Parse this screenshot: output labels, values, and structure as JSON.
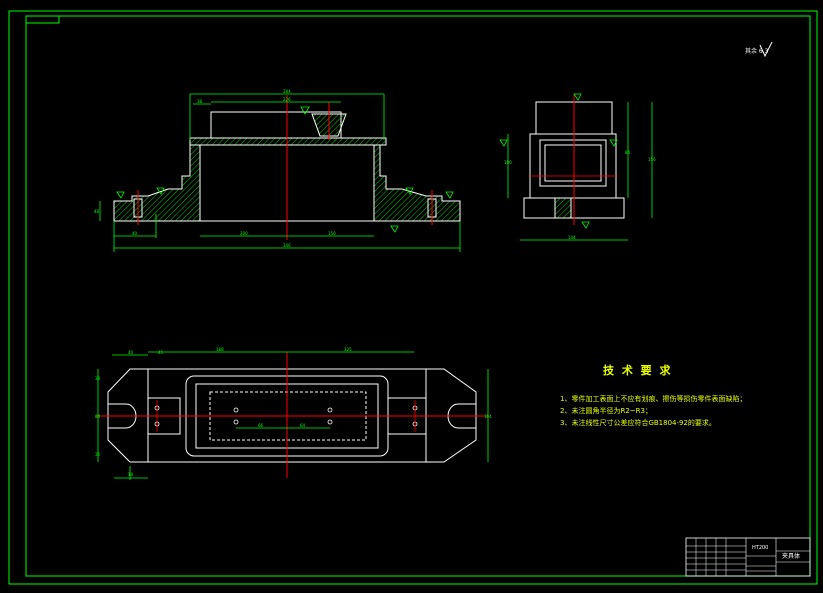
{
  "roughness_mark": "其余 6.3",
  "technical_requirements": {
    "title": "技 术 要 求",
    "items": [
      "1、零件加工表面上不应有划痕、擦伤等损伤零件表面缺陷；",
      "2、未注圆角半径为R2~R3；",
      "3、未注线性尺寸公差应符合GB1804-92的要求。"
    ]
  },
  "title_block": {
    "material": "HT200",
    "drawing_name": "夹具体"
  },
  "dims": {
    "front_top_overall": "284",
    "front_top_inner": "226",
    "front_top_left": "38",
    "front_left_height": "48",
    "front_left_bottom": "40",
    "front_bottom_left": "200",
    "front_bottom_right": "150",
    "front_bottom_overall": "346",
    "side_height_a": "100",
    "side_height_b": "84",
    "side_height_c": "156",
    "side_bottom": "144",
    "plan_overall_a": "188",
    "plan_overall_b": "325",
    "plan_left_a": "40",
    "plan_left_b": "45",
    "plan_mid_a": "66",
    "plan_mid_b": "64",
    "plan_height_a": "38",
    "plan_height_b": "84",
    "plan_height_c": "36",
    "plan_right": "104",
    "plan_bottom_left": "18"
  },
  "colors": {
    "background": "#000000",
    "outline": "#ffffff",
    "border": "#00ff00",
    "dimension": "#00ff00",
    "centerline": "#ff0000",
    "notes": "#e8ff00",
    "hatch": "#00cc00"
  }
}
